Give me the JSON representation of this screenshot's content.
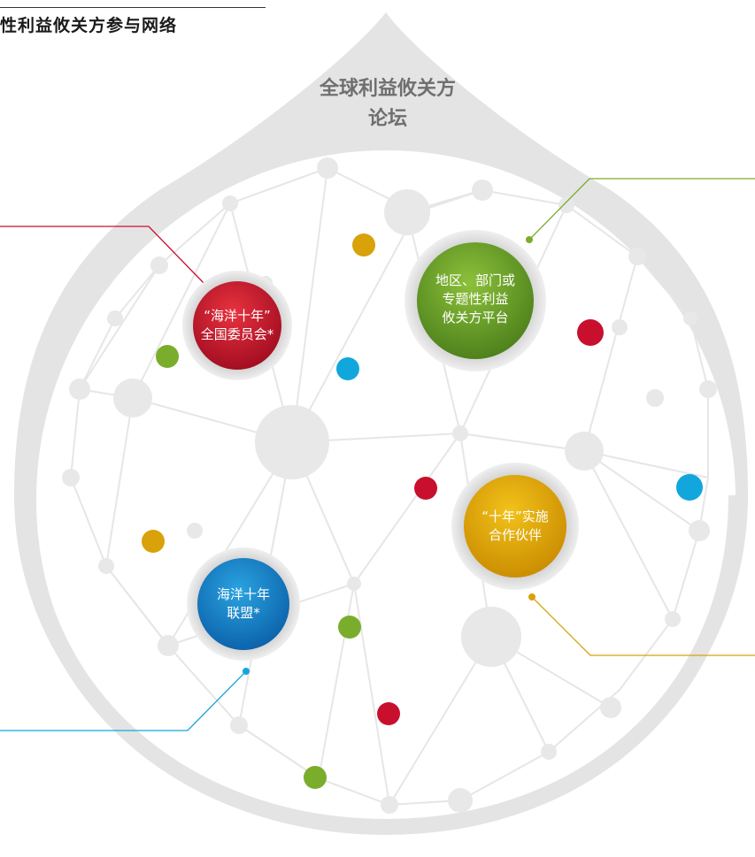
{
  "title": "性利益攸关方参与网络",
  "forum": {
    "line1": "全球利益攸关方",
    "line2": "论坛"
  },
  "nodes": [
    {
      "id": "national",
      "lines": [
        "“海洋十年”",
        "全国委员会*"
      ],
      "color": "#c8102e"
    },
    {
      "id": "platform",
      "lines": [
        "地区、部门或",
        "专题性利益",
        "攸关方平台"
      ],
      "color": "#6ea22a"
    },
    {
      "id": "partners",
      "lines": [
        "“十年”实施",
        "合作伙伴"
      ],
      "color": "#e0a400"
    },
    {
      "id": "alliance",
      "lines": [
        "海洋十年",
        "联盟*"
      ],
      "color": "#0a7fc4"
    }
  ],
  "colors": {
    "red": "#c8102e",
    "green": "#7aad2c",
    "yellow": "#d9a10a",
    "blue": "#11a7dc",
    "drop": "#e3e3e3",
    "network": "#e6e6e6"
  }
}
